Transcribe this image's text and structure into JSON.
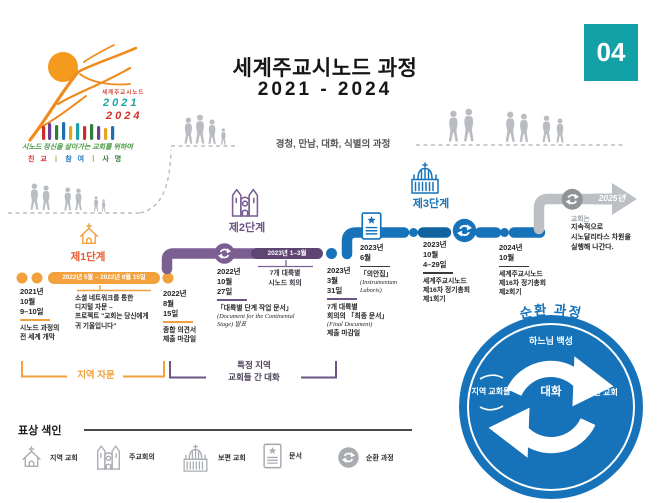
{
  "header": {
    "badge": "04",
    "title_line1": "세계주교시노드 과정",
    "title_line2": "2021 - 2024",
    "path_caption": "경청, 만남, 대화, 식별의 과정"
  },
  "logo": {
    "brand": "세계주교시노드",
    "year_top": "2021",
    "year_bottom": "2024",
    "slogan": "시노드 정신을 살아가는 교회를 위하여",
    "motto_p1": "친 교",
    "motto_sep1": "ㅣ",
    "motto_p2": "참 여",
    "motto_sep2": "ㅣ",
    "motto_p3": "사 명"
  },
  "stage1": {
    "label": "제1단계",
    "bar_label": "2022년 5월 – 2022년 8월 15일",
    "event_open_date": "2021년\n10월\n9–10일",
    "event_open_desc": "시노드 과정의\n전 세계 개막",
    "digital_note": "소셜 네트워크를 통한\n디지털 자문 –\n프로젝트 \"교회는 당신에게\n귀 기울입니다\"",
    "event_close_date": "2022년\n8월\n15일",
    "event_close_desc": "종합 의견서\n제출 마감일",
    "bracket_label": "지역 자문"
  },
  "stage2": {
    "label": "제2단계",
    "bar_label": "2023년 1–3월",
    "bar_caption": "7개 대륙별\n시노드 회의",
    "event_doc_date": "2022년\n10월\n27일",
    "event_doc_title": "「대륙별 단계 작업 문서」",
    "event_doc_sub": "(Document for the Continental\nStage) 발표",
    "event_final_date": "2023년\n3월\n31일",
    "event_final_title": "7개 대륙별\n회의의 「최종 문서」",
    "event_final_sub": "(Final Document)",
    "event_final_tail": "제출 마감일",
    "bracket_label": "특정 지역\n교회들 간 대화"
  },
  "stage3": {
    "label": "제3단계",
    "event_il_date": "2023년\n6월",
    "event_il_title": "「의안집」",
    "event_il_sub": "(Instrumentum\nLaboris)",
    "session1_date": "2023년\n10월\n4–29일",
    "session1_desc": "세계주교시노드\n제16차 정기총회\n제1회기",
    "session2_date": "2024년\n10월",
    "session2_desc": "세계주교시노드\n제16차 정기총회\n제2회기",
    "future_year": "2025년",
    "future_note_light": "교회는",
    "future_note_bold": "지속적으로\n시노달리타스 차원을\n실행해 나간다."
  },
  "cycle": {
    "title": "순환 과정",
    "top_label": "하느님 백성",
    "left_label": "지역 교회들",
    "center_label": "대화",
    "right_label": "보편 교회"
  },
  "legend": {
    "title": "표상 색인",
    "items": [
      {
        "icon": "local-church-icon",
        "label": "지역 교회"
      },
      {
        "icon": "cathedral-icon",
        "label": "주교회의"
      },
      {
        "icon": "basilica-icon",
        "label": "보편 교회"
      },
      {
        "icon": "document-icon",
        "label": "문서"
      },
      {
        "icon": "cycle-icon",
        "label": "순환 과정"
      }
    ]
  },
  "colors": {
    "stage1_orange": "#F2A13C",
    "stage1_title": "#E9582E",
    "stage2_purple": "#7B5F92",
    "stage3_blue": "#1673BA",
    "badge_teal": "#12A1A7",
    "neutral_gray": "#B9BDC1"
  }
}
